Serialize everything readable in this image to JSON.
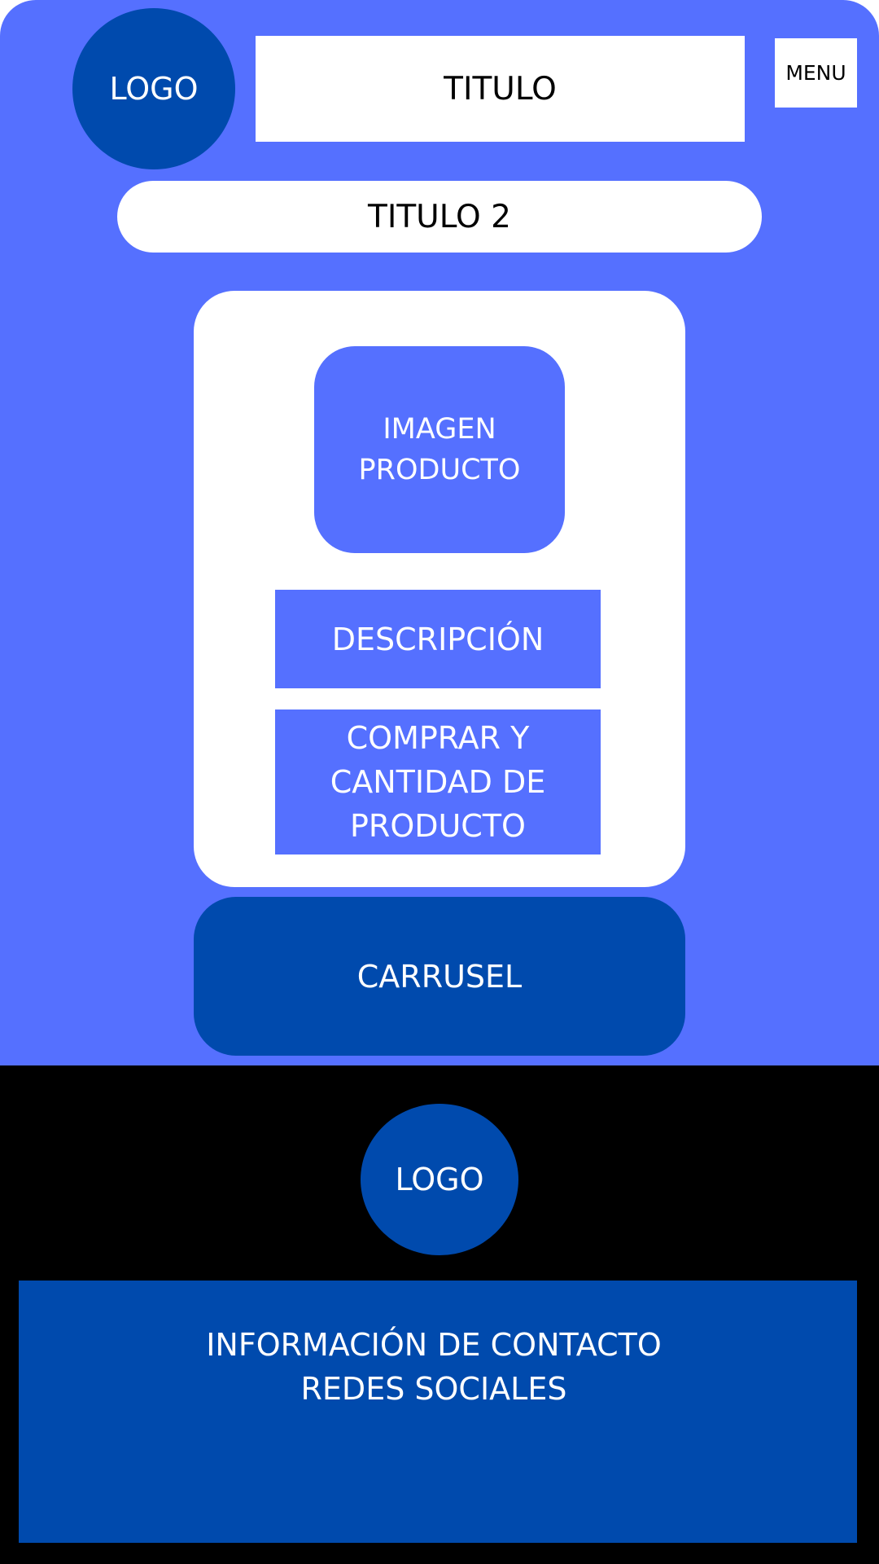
{
  "colors": {
    "primary": "#5570FF",
    "dark_blue": "#004AAD",
    "white": "#ffffff",
    "footer_bg": "#000000"
  },
  "header": {
    "logo_label": "LOGO",
    "title": "TITULO",
    "menu_label": "MENU"
  },
  "subheader": {
    "title2": "TITULO 2"
  },
  "product_card": {
    "image_label": "IMAGEN\nPRODUCTO",
    "description_label": "DESCRIPCIÓN",
    "buy_label": "COMPRAR Y\nCANTIDAD DE\nPRODUCTO"
  },
  "carousel": {
    "label": "CARRUSEL"
  },
  "footer": {
    "logo_label": "LOGO",
    "contact_label": "INFORMACIÓN DE CONTACTO\nREDES SOCIALES"
  }
}
